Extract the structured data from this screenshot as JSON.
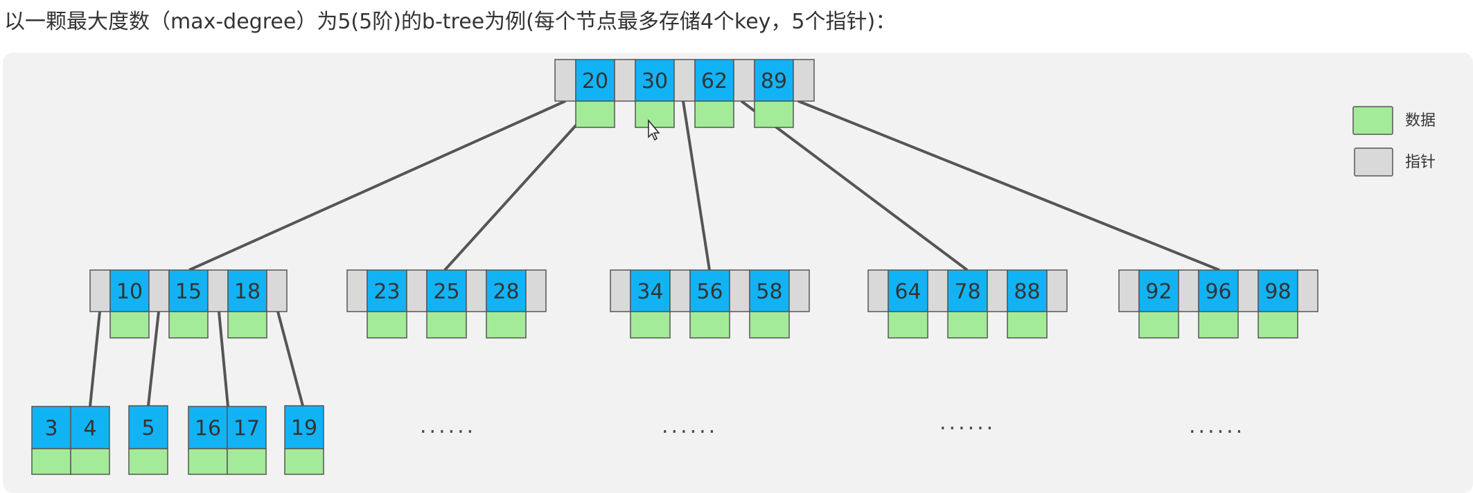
{
  "title": "以一颗最大度数（max-degree）为5(5阶)的b-tree为例(每个节点最多存储4个key，5个指针)：",
  "colors": {
    "key": "#12b3f5",
    "data": "#a3eb98",
    "pointer": "#d9d9d9",
    "border": "#555555",
    "edge": "#555555",
    "panel": "#f2f2f2"
  },
  "legend": {
    "data_label": "数据",
    "pointer_label": "指针"
  },
  "tree": {
    "root": {
      "keys": [
        "20",
        "30",
        "62",
        "89"
      ]
    },
    "level2": [
      {
        "keys": [
          "10",
          "15",
          "18"
        ]
      },
      {
        "keys": [
          "23",
          "25",
          "28"
        ]
      },
      {
        "keys": [
          "34",
          "56",
          "58"
        ]
      },
      {
        "keys": [
          "64",
          "78",
          "88"
        ]
      },
      {
        "keys": [
          "92",
          "96",
          "98"
        ]
      }
    ],
    "leaves": [
      {
        "keys": [
          "3",
          "4"
        ]
      },
      {
        "keys": [
          "5"
        ]
      },
      {
        "keys": [
          "16",
          "17"
        ]
      },
      {
        "keys": [
          "19"
        ]
      }
    ],
    "ellipsis": [
      "......",
      "......",
      "......",
      "......"
    ]
  }
}
